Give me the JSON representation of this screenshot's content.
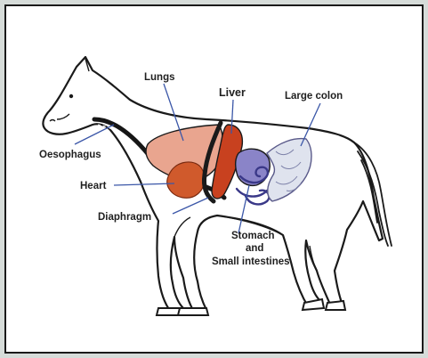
{
  "labels": {
    "lungs": "Lungs",
    "liver": "Liver",
    "large_colon": "Large colon",
    "oesophagus": "Oesophagus",
    "heart": "Heart",
    "diaphragm": "Diaphragm",
    "stomach_line1": "Stomach",
    "stomach_line2": "and",
    "stomach_line3": "Small intestines"
  },
  "colors": {
    "background": "#d6dcd9",
    "card": "#ffffff",
    "outline": "#1a1a1a",
    "lungs": "#e9a58f",
    "liver": "#c8411f",
    "heart": "#d05a2c",
    "stomach": "#8a84c8",
    "intestines": "#7a78c4",
    "leader_line": "#3b57a8",
    "oesophagus": "#161616"
  }
}
